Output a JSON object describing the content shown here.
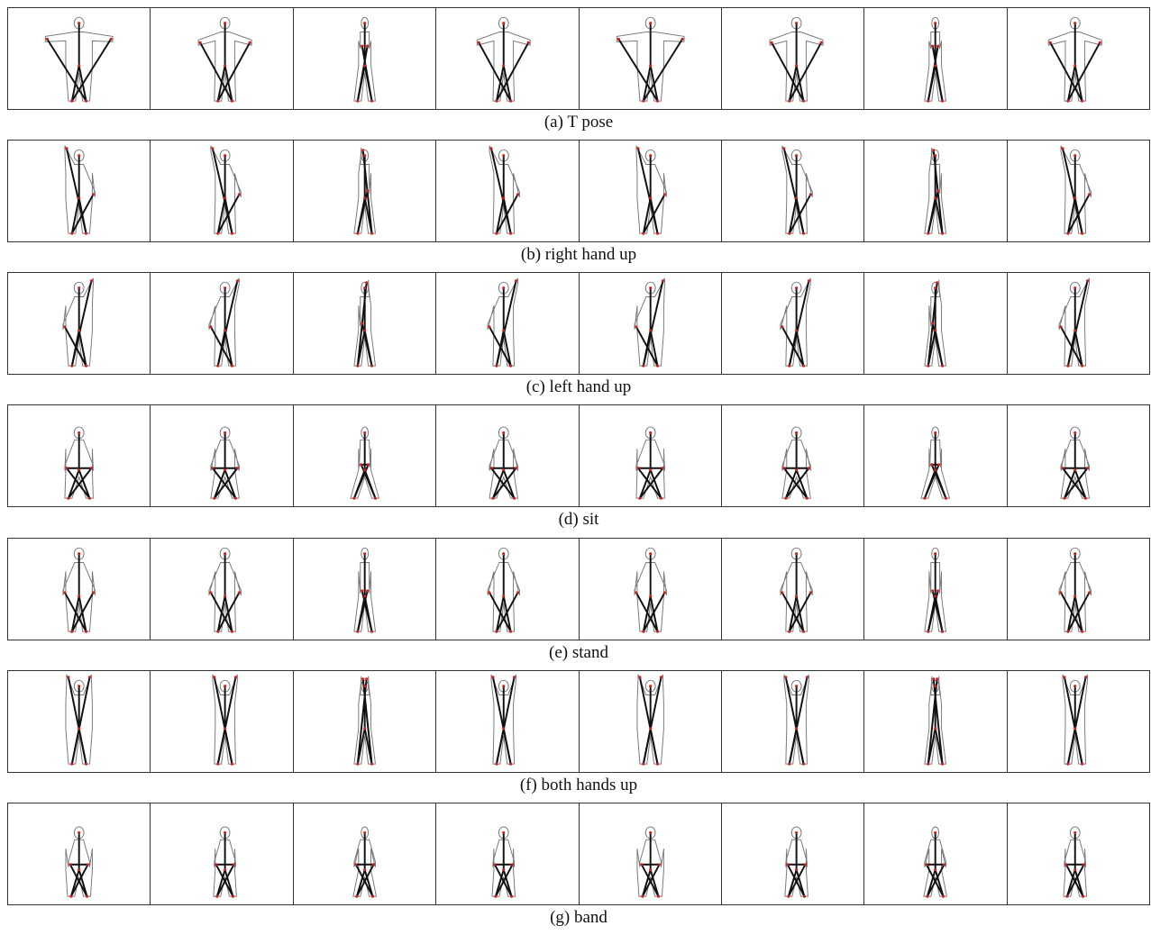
{
  "figure": {
    "rows": [
      {
        "id": "t-pose",
        "label": "(a) T pose",
        "frames": [
          "front",
          "right-angle",
          "side",
          "left-angle",
          "front",
          "right-angle",
          "side",
          "left-angle"
        ]
      },
      {
        "id": "right-hand-up",
        "label": "(b) right hand up",
        "frames": [
          "front",
          "right-angle",
          "side",
          "left-angle",
          "front",
          "right-angle",
          "side",
          "left-angle"
        ]
      },
      {
        "id": "left-hand-up",
        "label": "(c) left hand up",
        "frames": [
          "front",
          "right-angle",
          "side",
          "left-angle",
          "front",
          "right-angle",
          "side",
          "left-angle"
        ]
      },
      {
        "id": "sit",
        "label": "(d) sit",
        "frames": [
          "front",
          "right-angle",
          "side",
          "left-angle",
          "front",
          "right-angle",
          "side",
          "left-angle"
        ]
      },
      {
        "id": "stand",
        "label": "(e) stand",
        "frames": [
          "front",
          "right-angle",
          "side",
          "left-angle",
          "front",
          "right-angle",
          "side",
          "left-angle"
        ]
      },
      {
        "id": "both-hands-up",
        "label": "(f) both hands up",
        "frames": [
          "front",
          "right-angle",
          "side",
          "left-angle",
          "front",
          "right-angle",
          "side",
          "left-angle"
        ]
      },
      {
        "id": "band",
        "label": "(g) band",
        "frames": [
          "front",
          "right-angle",
          "side",
          "left-angle",
          "front",
          "right-angle",
          "side",
          "left-angle"
        ]
      }
    ],
    "colors": {
      "outline": "#7a7a7a",
      "skeleton": "#111111",
      "joint": "#cc1f1f",
      "border": "#333333"
    }
  }
}
